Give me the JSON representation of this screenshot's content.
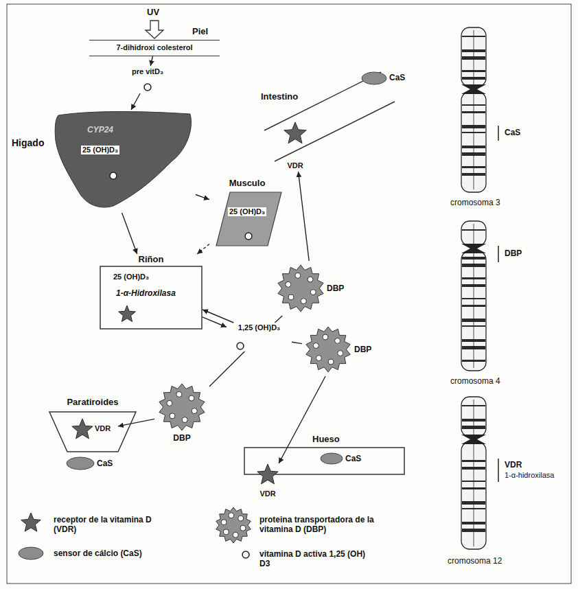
{
  "diagram": {
    "nodes": [
      {
        "text": [
          "Piel",
          "7-dihidroxi colesterol"
        ]
      },
      {
        "text": [
          "pre vitD₃"
        ]
      },
      {
        "text": [
          "Higado",
          "CYP24",
          "25 (OH)D₃"
        ]
      },
      {
        "text": [
          "Musculo",
          "25 (OH)D₃"
        ]
      },
      {
        "text": [
          "Riñon",
          "25 (OH)D₃",
          "1-α-Hidroxilasa"
        ]
      },
      {
        "text": [
          "1,25 (OH)D₃"
        ]
      },
      {
        "text": [
          "DBP"
        ]
      },
      {
        "text": [
          "DBP"
        ]
      },
      {
        "text": [
          "DBP"
        ]
      },
      {
        "text": [
          "Intestino"
        ]
      },
      {
        "text": [
          "VDR"
        ],
        "in": 9
      },
      {
        "text": [
          "CaS"
        ]
      },
      {
        "text": [
          "Paratiroides"
        ]
      },
      {
        "text": [
          "VDR"
        ],
        "in": 12
      },
      {
        "text": [
          "CaS"
        ]
      },
      {
        "text": [
          "Hueso"
        ]
      },
      {
        "text": [
          "CaS"
        ],
        "in": 15
      },
      {
        "text": [
          "VDR"
        ]
      }
    ],
    "edges": [
      {
        "from": 0,
        "to": 1,
        "arrow": "to"
      },
      {
        "from": 1,
        "to": 2,
        "arrow": "to"
      },
      {
        "from": 2,
        "to": 3,
        "arrow": "to"
      },
      {
        "from": 2,
        "to": 4,
        "arrow": "to"
      },
      {
        "from": 3,
        "to": 4,
        "arrow": "to"
      },
      {
        "from": 4,
        "to": 5,
        "arrow": "to"
      },
      {
        "from": 5,
        "to": 4,
        "arrow": "to"
      },
      {
        "from": 5,
        "to": 6,
        "arrow": "none"
      },
      {
        "from": 6,
        "to": 10,
        "arrow": "to"
      },
      {
        "from": 5,
        "to": 7,
        "arrow": "none"
      },
      {
        "from": 7,
        "to": 17,
        "arrow": "to"
      },
      {
        "from": 5,
        "to": 8,
        "arrow": "none"
      },
      {
        "from": 8,
        "to": 13,
        "arrow": "to"
      }
    ],
    "labels": [
      "UV",
      "CaS",
      "cromosoma 3",
      "DBP",
      "cromosoma 4",
      "VDR",
      "1-α-hidroxilasa",
      "cromosoma 12"
    ],
    "legend": [
      {
        "text": "receptor de la vitamina D (VDR)"
      },
      {
        "text": "sensor de cálcio (CaS)"
      },
      {
        "text": "proteina transportadora de la vitamina D (DBP)"
      },
      {
        "text": "vitamina D activa 1,25 (OH) D3"
      }
    ]
  }
}
